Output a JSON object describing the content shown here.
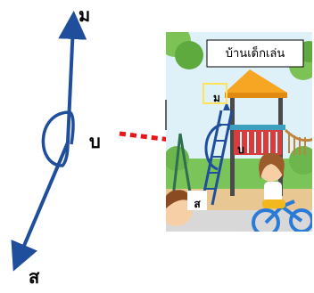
{
  "diagram": {
    "labels": {
      "top": "ม",
      "middle": "บ",
      "bottom": "ส"
    },
    "colors": {
      "arrow": "#1f4e9c",
      "dashed_arrow": "#e8161a",
      "label_box": "#ffe15a"
    }
  },
  "illustration": {
    "sign_text": "บ้านเด็กเล่น",
    "labels": {
      "top": "ม",
      "middle": "บ",
      "bottom": "ส"
    }
  }
}
